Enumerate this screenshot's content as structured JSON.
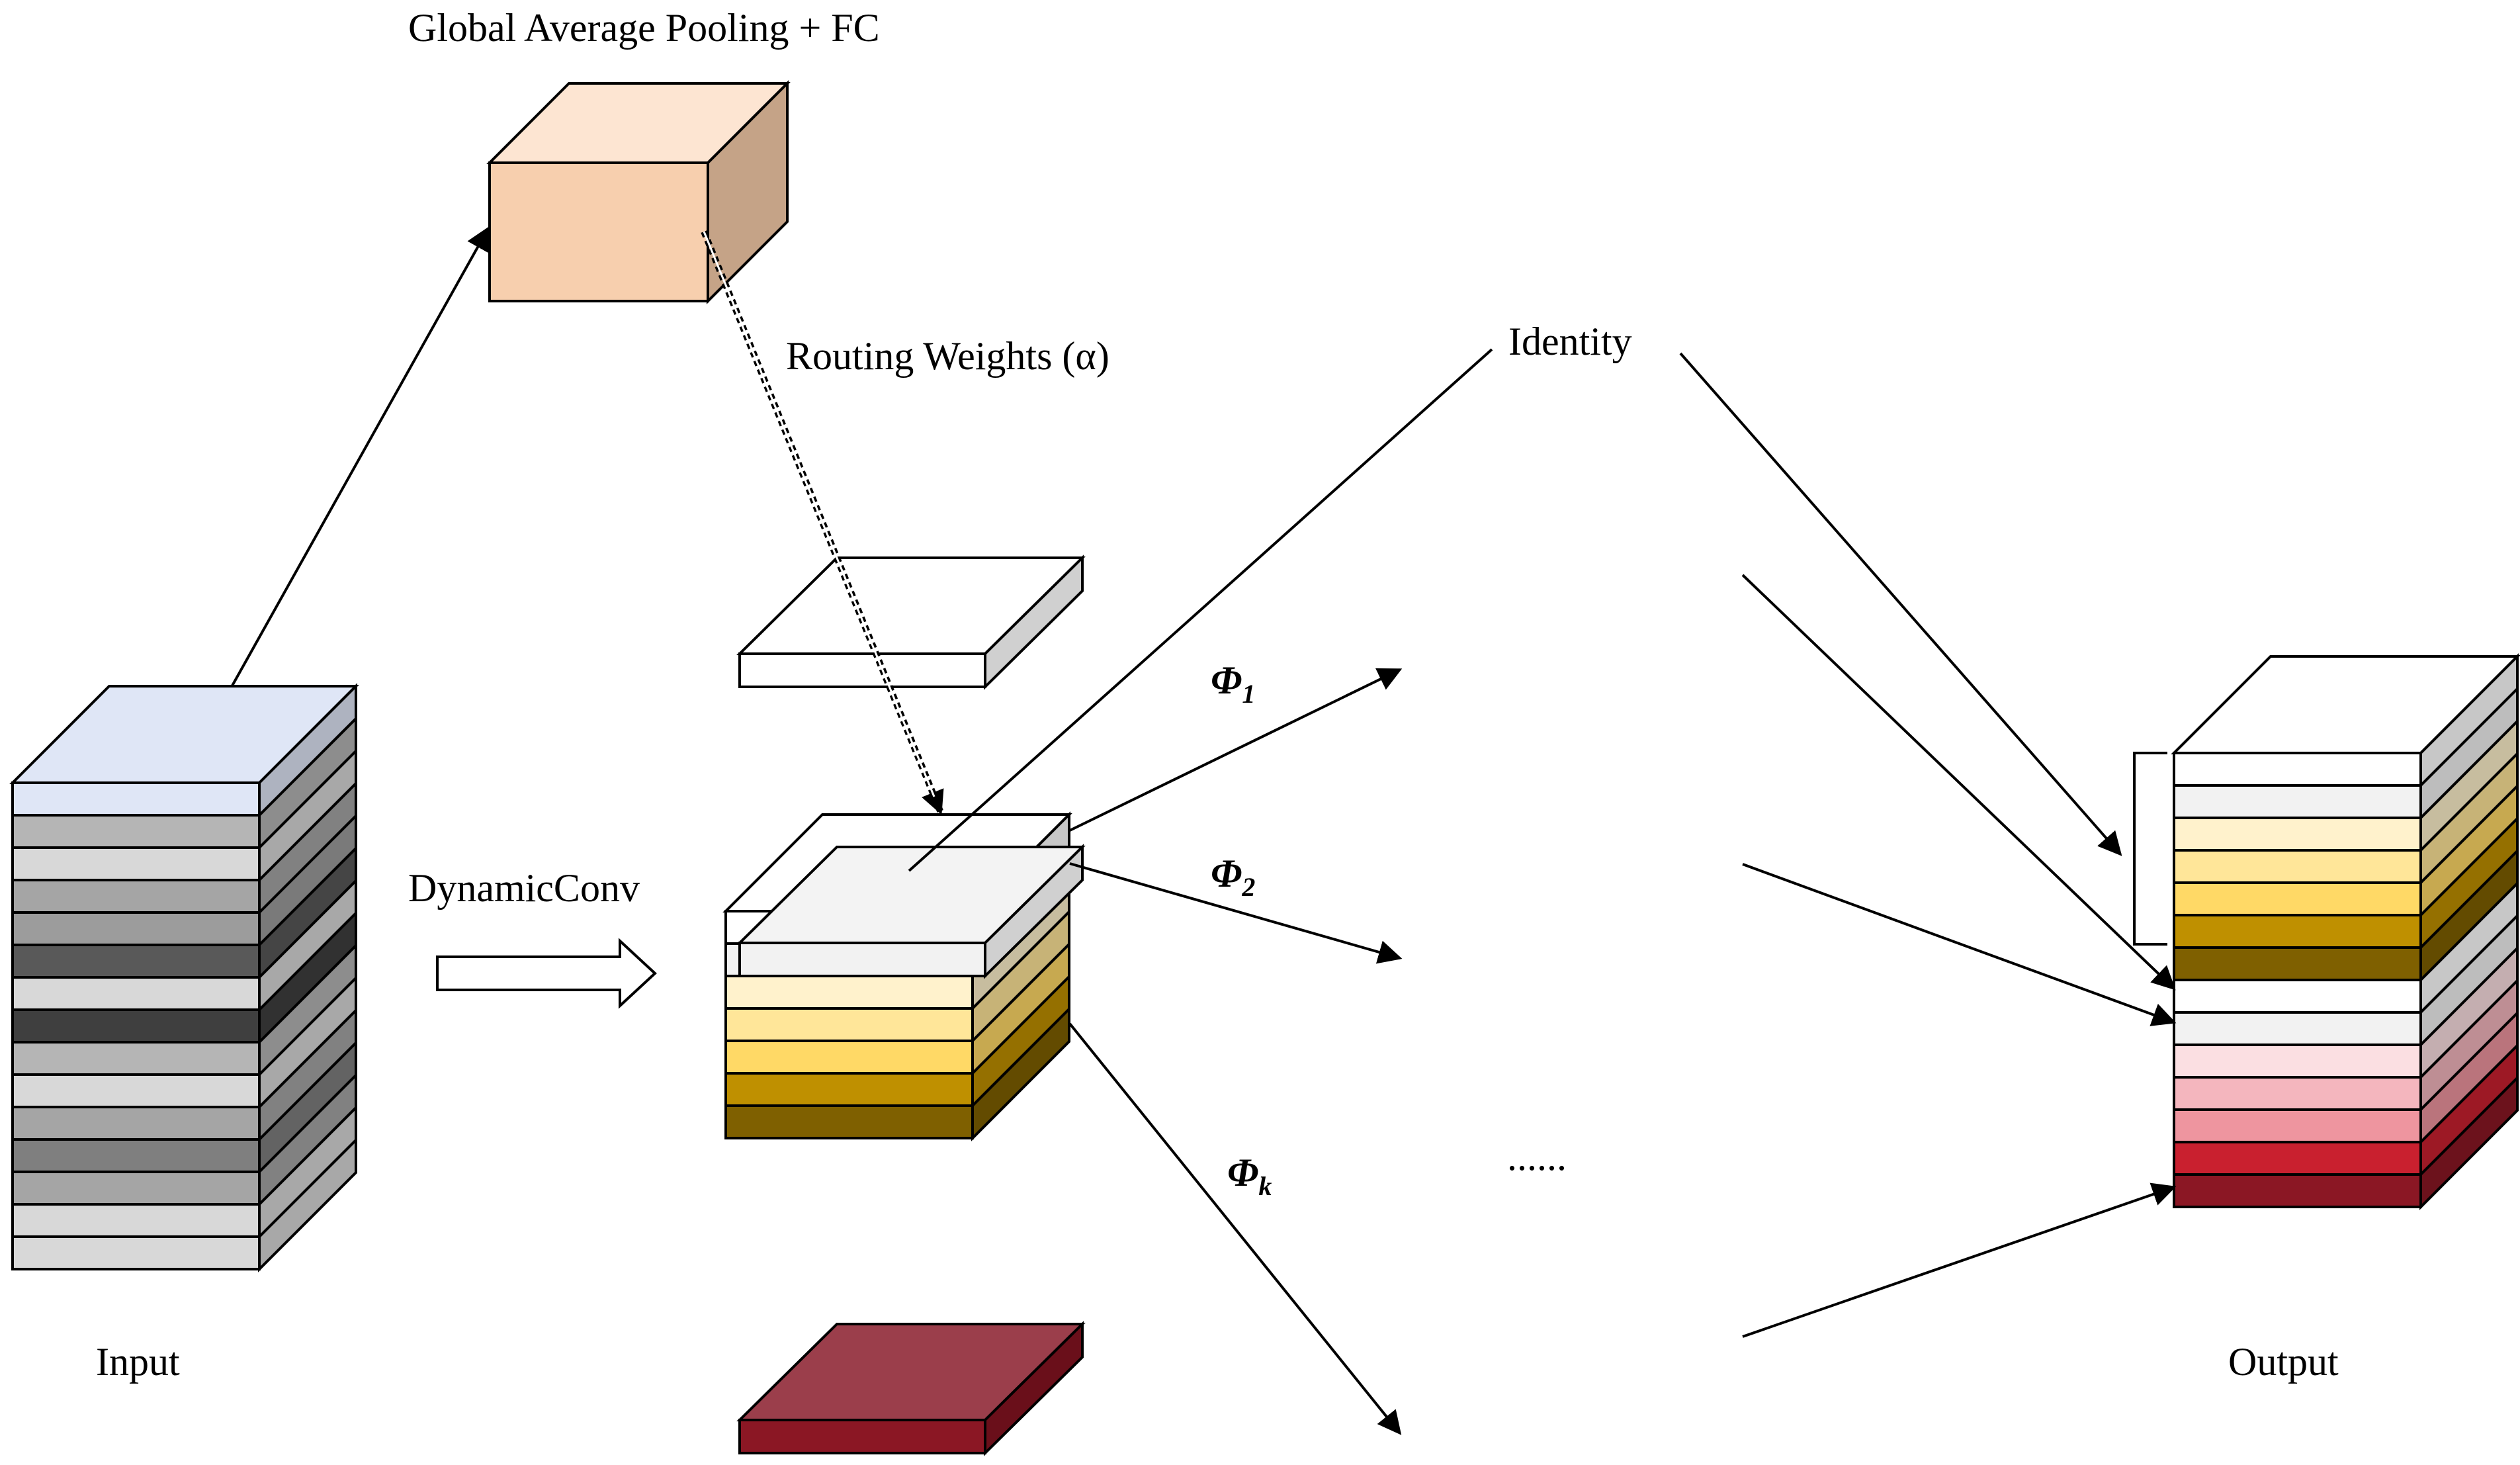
{
  "labels": {
    "gap_fc": "Global Average Pooling + FC",
    "routing": "Routing Weights (α)",
    "dynamic_conv": "DynamicConv",
    "identity": "Identity",
    "input": "Input",
    "output": "Output",
    "ellipsis": "......"
  },
  "branches": [
    {
      "symbol": "Φ",
      "sub": "1"
    },
    {
      "symbol": "Φ",
      "sub": "2"
    },
    {
      "symbol": "Φ",
      "sub": "k"
    }
  ],
  "colors": {
    "gap_front": "#f7cfae",
    "gap_side": "#c5a387",
    "input_top": "#dfe6f6",
    "input_layers": [
      "#dfe6f6",
      "#b5b5b5",
      "#d8d8d8",
      "#a5a5a5",
      "#9c9c9c",
      "#595959",
      "#d8d8d8",
      "#3f3f3f",
      "#b5b5b5",
      "#d8d8d8",
      "#a5a5a5",
      "#7f7f7f",
      "#a5a5a5",
      "#d8d8d8",
      "#d8d8d8"
    ],
    "dyn_layers": [
      "#ffffff",
      "#f2f2f2",
      "#fff2cc",
      "#ffe699",
      "#ffd966",
      "#bf9000",
      "#7f6000"
    ],
    "out_layers": [
      "#ffffff",
      "#f2f2f2",
      "#fff2cc",
      "#ffe699",
      "#ffd966",
      "#bf9000",
      "#7f6000",
      "#ffffff",
      "#f2f2f2",
      "#fbdfe2",
      "#f4b6be",
      "#ee959f",
      "#c9202f",
      "#8b1724"
    ],
    "branch1": "#ffffff",
    "branch2": "#f2f2f2",
    "branchk_top": "#9b3e4b",
    "branchk_front": "#8b1724"
  }
}
